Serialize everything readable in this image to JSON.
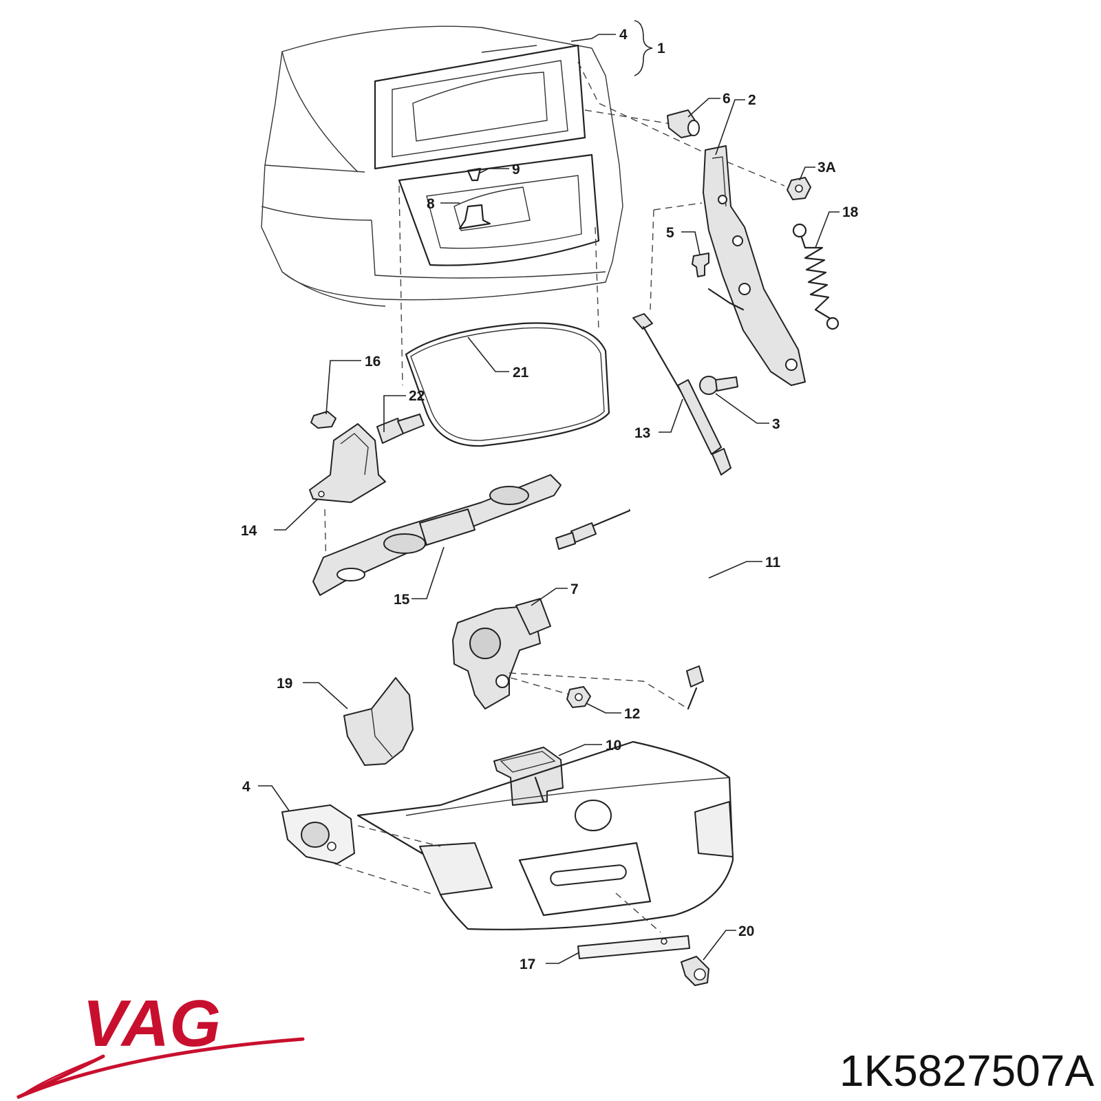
{
  "brand": {
    "name": "VAG",
    "color": "#c8102e"
  },
  "part_number": "1K5827507A",
  "callouts": [
    {
      "id": "c1",
      "text": "1"
    },
    {
      "id": "c2",
      "text": "2"
    },
    {
      "id": "c3",
      "text": "3"
    },
    {
      "id": "c3a",
      "text": "3A"
    },
    {
      "id": "c4a",
      "text": "4"
    },
    {
      "id": "c4b",
      "text": "4"
    },
    {
      "id": "c5",
      "text": "5"
    },
    {
      "id": "c6",
      "text": "6"
    },
    {
      "id": "c7",
      "text": "7"
    },
    {
      "id": "c8",
      "text": "8"
    },
    {
      "id": "c9",
      "text": "9"
    },
    {
      "id": "c10",
      "text": "10"
    },
    {
      "id": "c11",
      "text": "11"
    },
    {
      "id": "c12",
      "text": "12"
    },
    {
      "id": "c13",
      "text": "13"
    },
    {
      "id": "c14",
      "text": "14"
    },
    {
      "id": "c15",
      "text": "15"
    },
    {
      "id": "c16",
      "text": "16"
    },
    {
      "id": "c17",
      "text": "17"
    },
    {
      "id": "c18",
      "text": "18"
    },
    {
      "id": "c19",
      "text": "19"
    },
    {
      "id": "c20",
      "text": "20"
    },
    {
      "id": "c21",
      "text": "21"
    },
    {
      "id": "c22",
      "text": "22"
    }
  ]
}
